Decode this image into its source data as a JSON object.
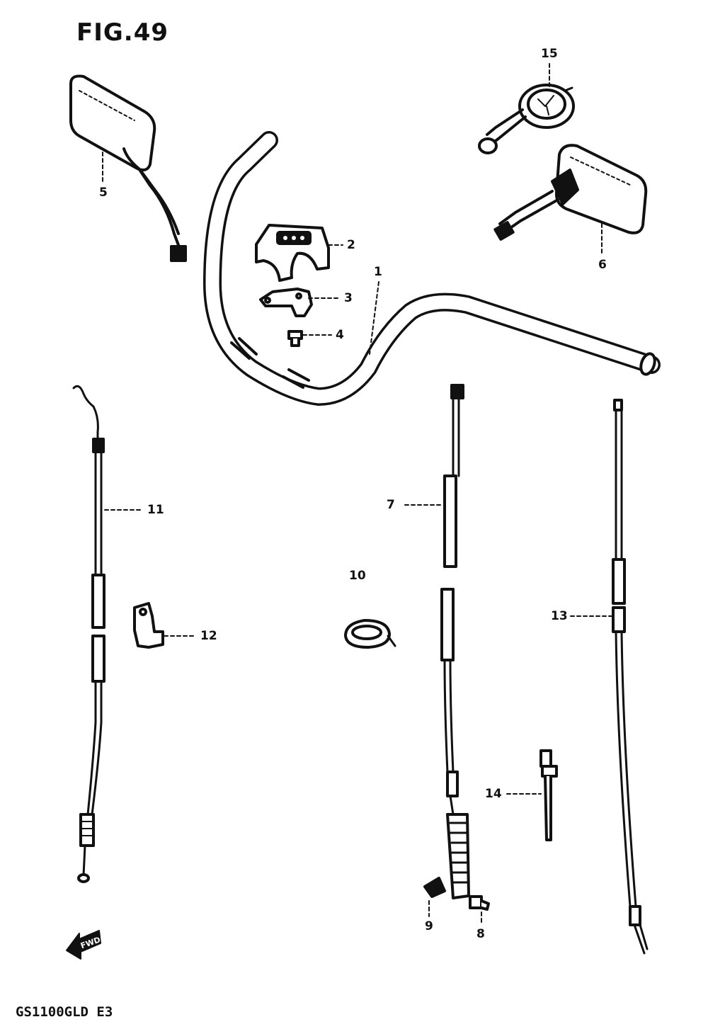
{
  "diagram": {
    "figure_label": "FIG.49",
    "model_code": "GS1100GLD  E3",
    "forward_arrow_label": "FWD"
  },
  "callouts": {
    "p1": "1",
    "p2": "2",
    "p3": "3",
    "p4": "4",
    "p5": "5",
    "p6": "6",
    "p7": "7",
    "p8": "8",
    "p9": "9",
    "p10": "10",
    "p11": "11",
    "p12": "12",
    "p13": "13",
    "p14": "14",
    "p15": "15"
  }
}
